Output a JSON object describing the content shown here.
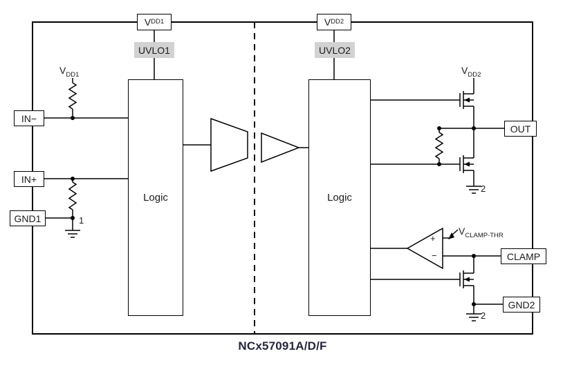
{
  "title": "NCx57091A/D/F",
  "colors": {
    "line": "#000000",
    "uvlo_background": "#d2d2d2",
    "text": "#1a1a1a",
    "title_text": "#26263c",
    "background": "#ffffff"
  },
  "pins": {
    "vdd1": {
      "base": "V",
      "sub": "DD1"
    },
    "vdd2": {
      "base": "V",
      "sub": "DD2"
    },
    "in_minus": "IN−",
    "in_plus": "IN+",
    "gnd1": "GND1",
    "out": "OUT",
    "clamp": "CLAMP",
    "gnd2": "GND2"
  },
  "blocks": {
    "uvlo1": "UVLO1",
    "uvlo2": "UVLO2",
    "logic_left": "Logic",
    "logic_right": "Logic"
  },
  "rails": {
    "vdd1": {
      "base": "V",
      "sub": "DD1"
    },
    "vdd2": {
      "base": "V",
      "sub": "DD2"
    },
    "vclamp_thr": {
      "base": "V",
      "sub": "CLAMP-THR"
    }
  },
  "annotations": {
    "gnd1_pin_number": "1",
    "out_gnd_pin_number": "2",
    "clamp_gnd_pin_number": "2",
    "comparator_plus": "+",
    "comparator_minus": "−"
  }
}
